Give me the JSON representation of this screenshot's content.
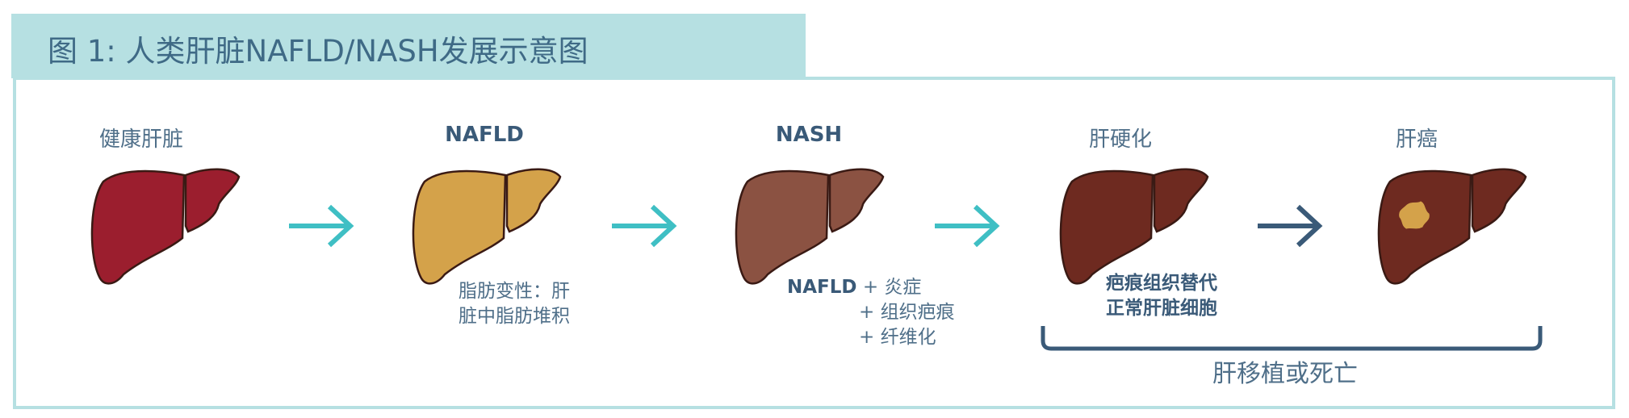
{
  "figure": {
    "title": "图 1: 人类肝脏NAFLD/NASH发展示意图"
  },
  "stages": [
    {
      "label": "健康肝脏",
      "fill": "#9b1e2e",
      "bold": false
    },
    {
      "label": "NAFLD",
      "fill": "#d4a24a",
      "bold": true
    },
    {
      "label": "NASH",
      "fill": "#8b5242",
      "bold": true
    },
    {
      "label": "肝硬化",
      "fill": "#6e2a20",
      "bold": false
    },
    {
      "label": "肝癌",
      "fill": "#6e2a20",
      "bold": false,
      "tumor_color": "#d4a24a"
    }
  ],
  "arrows": [
    {
      "color": "#3fbfc4"
    },
    {
      "color": "#3fbfc4"
    },
    {
      "color": "#3fbfc4"
    },
    {
      "color": "#3a5a78"
    }
  ],
  "notes": {
    "nafld": {
      "line1": "脂肪变性：肝",
      "line2": "脏中脂肪堆积"
    },
    "nash": {
      "lead": "NAFLD",
      "line1": "+ 炎症",
      "line2": "+  组织疤痕",
      "line3": "+  纤维化"
    },
    "cirrhosis": {
      "line1": "疤痕组织替代",
      "line2": "正常肝脏细胞"
    }
  },
  "outcome": {
    "label": "肝移植或死亡",
    "color": "#3a5a78"
  },
  "colors": {
    "title_band": "#b6e0e2",
    "text": "#4f6f89",
    "outline": "#3a1a14"
  }
}
